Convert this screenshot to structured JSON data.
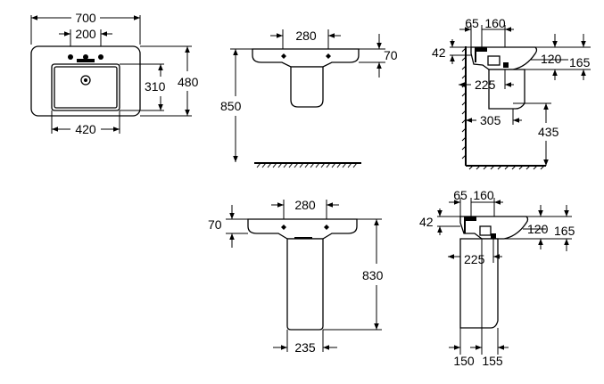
{
  "views": {
    "top": {
      "width": "700",
      "tap_spacing": "200",
      "depth": "480",
      "bowl_depth": "310",
      "bowl_width": "420"
    },
    "front_half_pedestal": {
      "tap_spacing": "280",
      "rim_height": "70",
      "install_height": "850"
    },
    "side_half_pedestal": {
      "wall_gap": "65",
      "tap_offset": "160",
      "rim_thickness": "42",
      "overflow_height": "120",
      "basin_height": "165",
      "waste_offset": "225",
      "trap_projection": "305",
      "trap_height": "435"
    },
    "front_full_pedestal": {
      "tap_spacing": "280",
      "rim_height": "70",
      "pedestal_height": "830",
      "pedestal_width": "235"
    },
    "side_full_pedestal": {
      "wall_gap": "65",
      "tap_offset": "160",
      "rim_thickness": "42",
      "overflow_height": "120",
      "basin_height": "165",
      "waste_offset": "225",
      "foot_back": "150",
      "foot_front": "155"
    }
  }
}
